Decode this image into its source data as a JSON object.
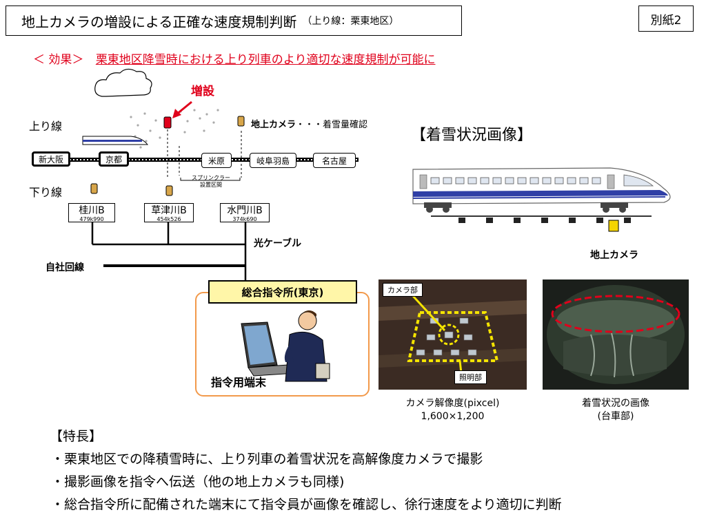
{
  "header": {
    "title": "地上カメラの増設による正確な速度規制判断",
    "title_sub": "（上り線：栗東地区）",
    "appendix": "別紙2"
  },
  "effect": {
    "label": "＜ 効果＞",
    "text": "栗東地区降雪時における上り列車のより適切な速度規制が可能に"
  },
  "diagram": {
    "added_label": "増設",
    "up_line": "上り線",
    "down_line": "下り線",
    "camera_legend_bold": "地上カメラ",
    "camera_legend_rest": "・・・着雪量確認",
    "stations": [
      "新大阪",
      "京都",
      "米原",
      "岐阜羽島",
      "名古屋"
    ],
    "sprinkler_line1": "スプリンクラー",
    "sprinkler_line2": "設置区間",
    "substations": [
      {
        "name": "桂川B",
        "km": "479k990"
      },
      {
        "name": "草津川B",
        "km": "454k526"
      },
      {
        "name": "水門川B",
        "km": "374k690"
      }
    ],
    "optical_cable": "光ケーブル",
    "company_line": "自社回線",
    "hq": "総合指令所(東京)",
    "terminal": "指令用端末"
  },
  "snow_section": {
    "title": "【着雪状況画像】",
    "camera_label": "地上カメラ",
    "photo1_camera_part": "カメラ部",
    "photo1_light_part": "照明部",
    "photo1_caption1": "カメラ解像度(pixcel)",
    "photo1_caption2": "1,600×1,200",
    "photo2_caption1": "着雪状況の画像",
    "photo2_caption2": "(台車部)"
  },
  "features": {
    "heading": "【特長】",
    "items": [
      "・栗東地区での降積雪時に、上り列車の着雪状況を高解像度カメラで撮影",
      "・撮影画像を指令へ伝送（他の地上カメラも同様)",
      "・総合指令所に配備された端末にて指令員が画像を確認し、徐行速度をより適切に判断"
    ]
  },
  "colors": {
    "accent_red": "#e0001b",
    "hq_border": "#f2994a",
    "hq_fill": "#fff6a8",
    "camera_yellow": "#f5d400",
    "train_stripe": "#2f3fa6"
  }
}
